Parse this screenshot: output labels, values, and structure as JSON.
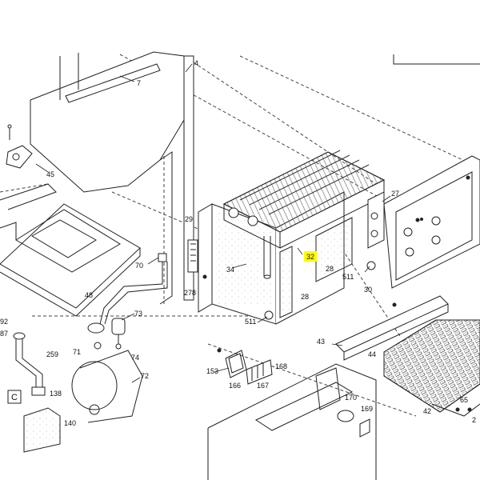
{
  "highlight_color": "#ffff00",
  "section_letter": "C",
  "callouts": {
    "p4": "4",
    "p7": "7",
    "p45": "45",
    "p27": "27",
    "p29": "29",
    "p28a": "28",
    "p28b": "28",
    "p32": "32",
    "p34": "34",
    "p511a": "511",
    "p511b": "511",
    "p30": "30",
    "p70": "70",
    "p278": "278",
    "p48": "48",
    "p73": "73",
    "p71": "71",
    "p74": "74",
    "p72": "72",
    "p259": "259",
    "p87": "87",
    "p92": "92",
    "p138": "138",
    "p140": "140",
    "p153": "153",
    "p166": "166",
    "p168": "168",
    "p167": "167",
    "p43": "43",
    "p44": "44",
    "p42": "42",
    "p170": "170",
    "p169": "169",
    "p65": "65",
    "p2": "2"
  }
}
